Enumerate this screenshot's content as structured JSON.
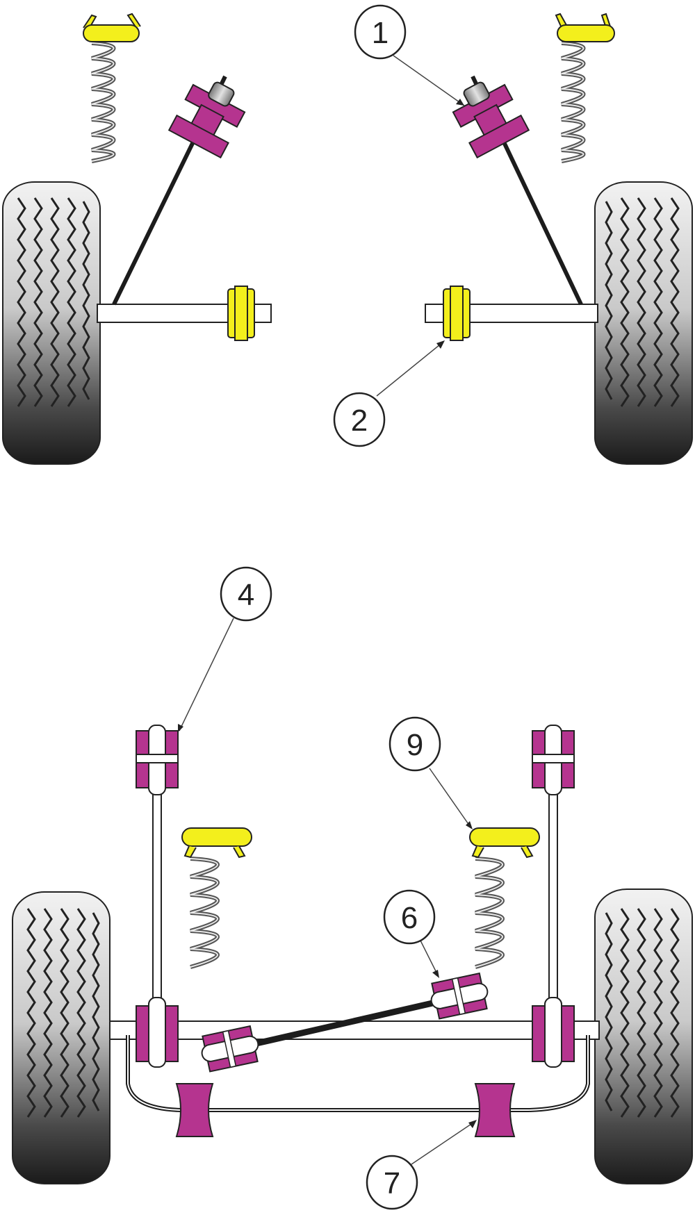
{
  "callouts": {
    "c1": "1",
    "c2": "2",
    "c4": "4",
    "c6": "6",
    "c7": "7",
    "c9": "9"
  },
  "colors": {
    "bush_purple": "#b5348f",
    "bush_yellow": "#f3ef1c",
    "tyre_dark": "#2a2a2a",
    "tyre_light": "#d8d8d8",
    "rod": "#1c1c1c",
    "spring": "#555555",
    "outline": "#222222"
  }
}
